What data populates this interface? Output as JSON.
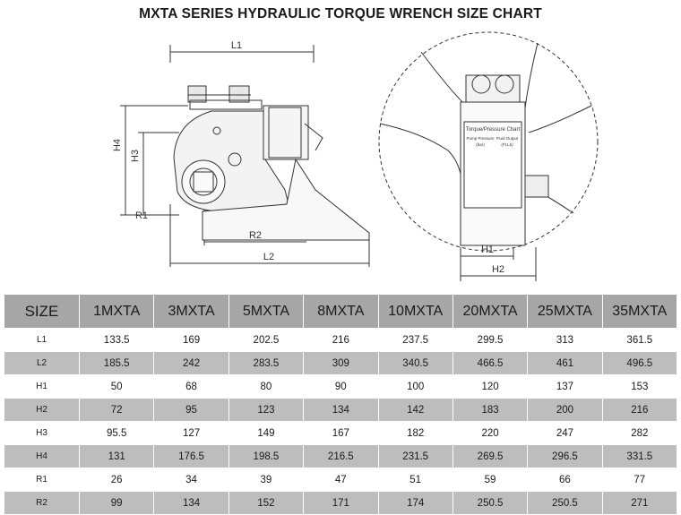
{
  "title": "MXTA SERIES HYDRAULIC TORQUE WRENCH SIZE CHART",
  "drawing": {
    "side_view_labels": {
      "L1": "L1",
      "L2": "L2",
      "R2": "R2",
      "R1": "R1",
      "H3": "H3",
      "H4": "H4"
    },
    "front_view_labels": {
      "H1": "H1",
      "H2": "H2"
    },
    "label_plate": {
      "title": "Torque/Pressure Chart",
      "col1": "Pump Pressure",
      "col2": "Fluid Output",
      "unit1": "(bar)",
      "unit2": "(Ft.Lb)"
    }
  },
  "table": {
    "header": [
      "SIZE",
      "1MXTA",
      "3MXTA",
      "5MXTA",
      "8MXTA",
      "10MXTA",
      "20MXTA",
      "25MXTA",
      "35MXTA"
    ],
    "rows": [
      {
        "label": "L1",
        "values": [
          "133.5",
          "169",
          "202.5",
          "216",
          "237.5",
          "299.5",
          "313",
          "361.5"
        ]
      },
      {
        "label": "L2",
        "values": [
          "185.5",
          "242",
          "283.5",
          "309",
          "340.5",
          "466.5",
          "461",
          "496.5"
        ]
      },
      {
        "label": "H1",
        "values": [
          "50",
          "68",
          "80",
          "90",
          "100",
          "120",
          "137",
          "153"
        ]
      },
      {
        "label": "H2",
        "values": [
          "72",
          "95",
          "123",
          "134",
          "142",
          "183",
          "200",
          "216"
        ]
      },
      {
        "label": "H3",
        "values": [
          "95.5",
          "127",
          "149",
          "167",
          "182",
          "220",
          "247",
          "282"
        ]
      },
      {
        "label": "H4",
        "values": [
          "131",
          "176.5",
          "198.5",
          "216.5",
          "231.5",
          "269.5",
          "296.5",
          "331.5"
        ]
      },
      {
        "label": "R1",
        "values": [
          "26",
          "34",
          "39",
          "47",
          "51",
          "59",
          "66",
          "77"
        ]
      },
      {
        "label": "R2",
        "values": [
          "99",
          "134",
          "152",
          "171",
          "174",
          "250.5",
          "250.5",
          "271"
        ]
      }
    ]
  },
  "colors": {
    "header_bg": "#a6a6a6",
    "stripe_bg": "#bdbdbd",
    "line": "#333333"
  }
}
